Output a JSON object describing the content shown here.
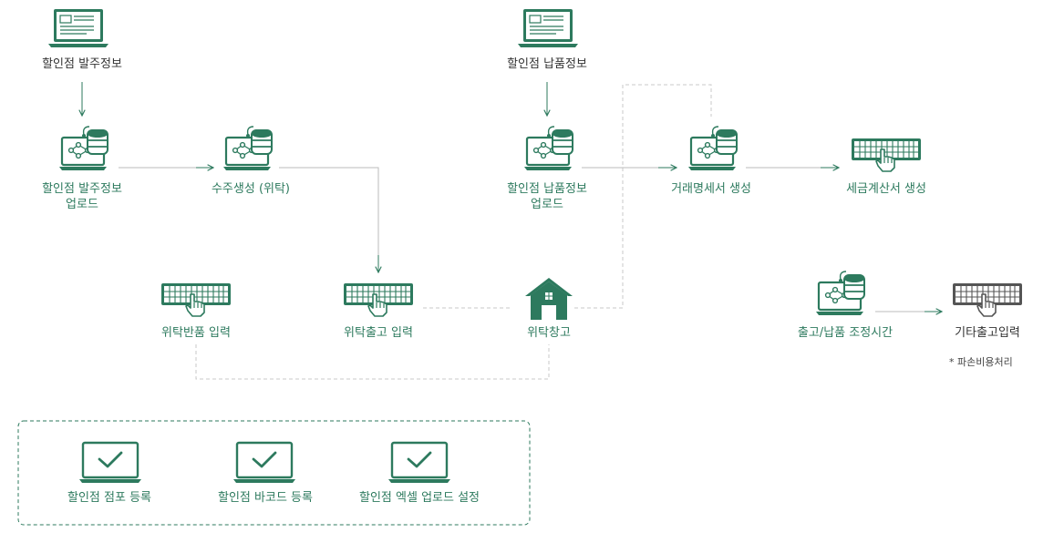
{
  "colors": {
    "primary": "#2d7a5e",
    "primary_dark": "#235f49",
    "connector": "#c8c8c8",
    "arrow": "#2d7a5e",
    "gray_icon": "#555555"
  },
  "nodes": {
    "order_info": {
      "label": "할인점 발주정보",
      "icon": "laptop-document-icon"
    },
    "delivery_info": {
      "label": "할인점 납품정보",
      "icon": "laptop-document-icon"
    },
    "order_upload": {
      "label_line1": "할인점 발주정보",
      "label_line2": "업로드",
      "icon": "laptop-database-icon"
    },
    "order_create": {
      "label": "수주생성 (위탁)",
      "icon": "laptop-database-icon"
    },
    "delivery_upload": {
      "label_line1": "할인점 납품정보",
      "label_line2": "업로드",
      "icon": "laptop-database-icon"
    },
    "statement_create": {
      "label": "거래명세서 생성",
      "icon": "laptop-database-icon"
    },
    "tax_invoice_create": {
      "label": "세금계산서 생성",
      "icon": "keyboard-pointer-icon"
    },
    "consign_return_input": {
      "label": "위탁반품 입력",
      "icon": "keyboard-pointer-icon"
    },
    "consign_out_input": {
      "label": "위탁출고 입력",
      "icon": "keyboard-pointer-icon"
    },
    "consign_warehouse": {
      "label": "위탁창고",
      "icon": "warehouse-icon"
    },
    "time_adjust": {
      "label": "출고/납품 조정시간",
      "icon": "laptop-database-icon"
    },
    "other_out_input": {
      "label": "기타출고입력",
      "icon": "keyboard-pointer-icon",
      "note": "* 파손비용처리"
    }
  },
  "settings_box": {
    "items": [
      {
        "label": "할인점 점포 등록",
        "icon": "laptop-check-icon"
      },
      {
        "label": "할인점 바코드 등록",
        "icon": "laptop-check-icon"
      },
      {
        "label": "할인점 엑셀 업로드 설정",
        "icon": "laptop-check-icon"
      }
    ]
  }
}
